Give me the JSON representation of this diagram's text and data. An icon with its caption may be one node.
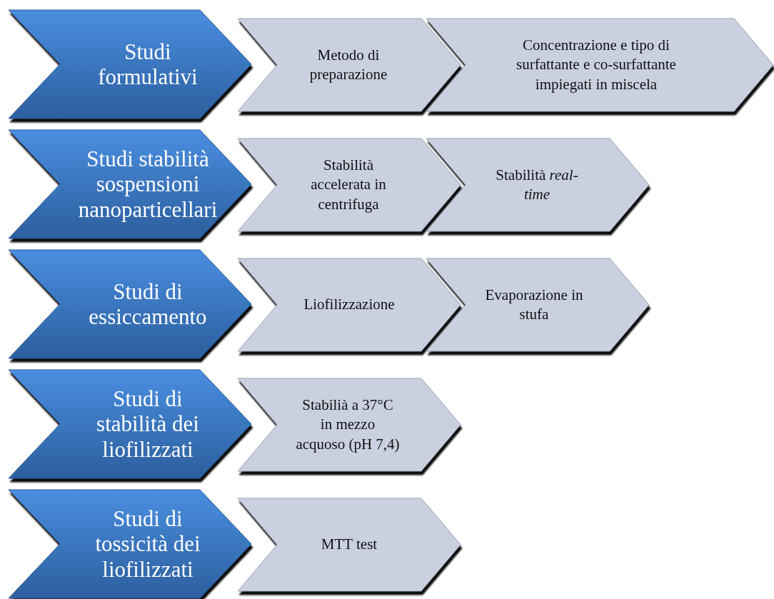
{
  "diagram": {
    "nodes": [
      {
        "text": [
          "Studi formulativi"
        ]
      },
      {
        "text": [
          "Metodo di preparazione"
        ]
      },
      {
        "text": [
          "Concentrazione e tipo di surfattante e co-surfattante impiegati in miscela"
        ]
      },
      {
        "text": [
          "Studi stabilità sospensioni nanoparticellari"
        ]
      },
      {
        "text": [
          "Stabilità accelerata in centrifuga"
        ]
      },
      {
        "text": [
          "Stabilità *real-time*"
        ]
      },
      {
        "text": [
          "Studi di essiccamento"
        ]
      },
      {
        "text": [
          "Liofilizzazione"
        ]
      },
      {
        "text": [
          "Evaporazione in stufa"
        ]
      },
      {
        "text": [
          "Studi di stabilità dei liofilizzati"
        ]
      },
      {
        "text": [
          "Stabilià a 37°C in mezzo acquoso (pH 7,4)"
        ]
      },
      {
        "text": [
          "Studi di tossicità dei liofilizzati"
        ]
      },
      {
        "text": [
          "MTT test"
        ]
      }
    ]
  }
}
